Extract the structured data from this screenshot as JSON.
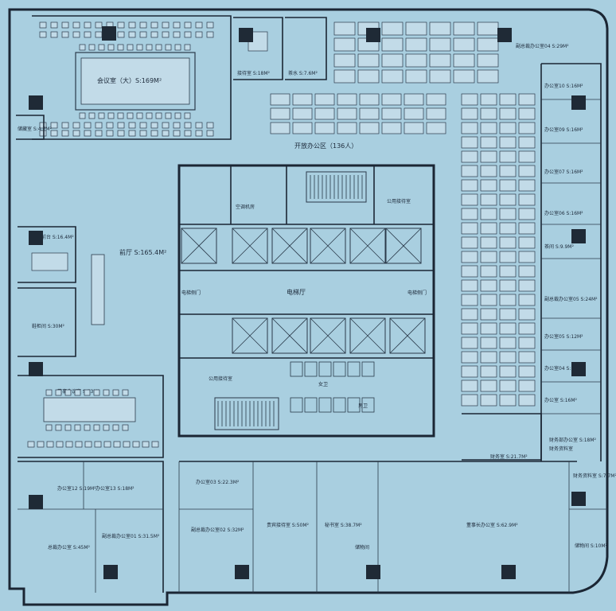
{
  "title": "",
  "colors": {
    "background": "#a9cfe0",
    "wall": "#1b2634",
    "furniture": "#c2dbe8",
    "column": "#1f2a36"
  },
  "rooms": {
    "meeting_large": "会议室（大）S:169M²",
    "reception_top": "接待室 S:18M²",
    "tea_top": "茶水 S:7.6M²",
    "storage_left": "储藏室 S:4.7M²",
    "open_office": "开放办公区（136人）",
    "aircon_room": "空调机房",
    "public_reception_top": "公用接待室",
    "lobby": "前厅 S:165.4M²",
    "front_desk": "前台 S:16.4M²",
    "elevator_hall": "电梯厅",
    "elevator_door_left": "电梯侧门",
    "elevator_door_right": "电梯侧门",
    "shoe_room": "鞋柜间 S:30M²",
    "board_meeting": "董事会议室 S:73M²",
    "public_reception_bottom": "公用接待室",
    "toilet_women": "女卫",
    "toilet_men": "男卫",
    "office_12": "办公室12 S:19M²",
    "office_13": "办公室13 S:18M²",
    "ceo_office": "总裁办公室 S:45M²",
    "vp_office_1": "副总裁办公室01 S:31.5M²",
    "office_3": "办公室03 S:22.3M²",
    "vp_office_2": "副总裁办公室02 S:32M²",
    "vip_reception": "贵宾接待室 S:50M²",
    "secretary": "秘书室 S:38.7M²",
    "chairman_office": "董事长办公室 S:62.9M²",
    "storage_bottom": "储物间",
    "finance": "财务室 S:21.7M²",
    "finance_archive": "财务资料室",
    "archive_right": "财务资料室 S:7.7M²",
    "storage_right": "储物间 S:10M²",
    "vp_office_4": "副总裁办公室04 S:29M²",
    "office_10": "办公室10 S:16M²",
    "office_9": "办公室09 S:16M²",
    "office_7": "办公室07 S:16M²",
    "office_6": "办公室06 S:16M²",
    "tea_right": "茶间 S:9.9M²",
    "vp_office_5": "副总裁办公室05 S:24M²",
    "office_5": "办公室05 S:12M²",
    "office_4": "办公室04 S:16M²",
    "office_3b": "办公室 S:16M²",
    "dept_office": "财务部办公室 S:18M²"
  }
}
